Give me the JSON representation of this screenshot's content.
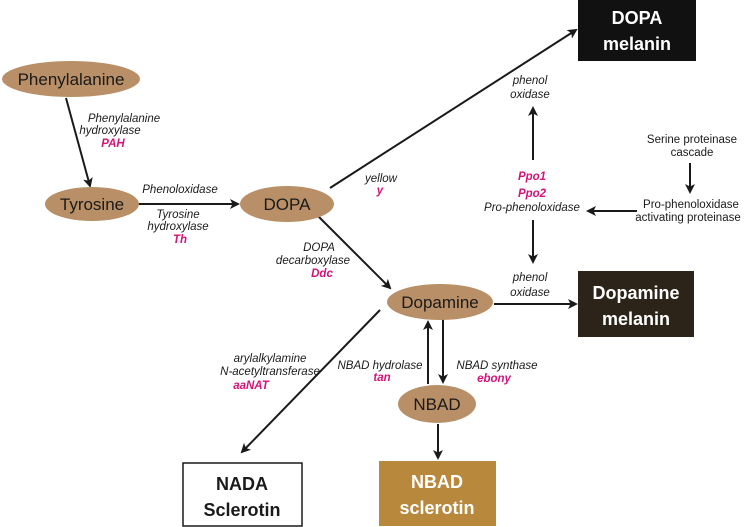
{
  "colors": {
    "node_fill": "#b88f66",
    "gene": "#d4147a",
    "dopa_melanin_box": "#111111",
    "dopamine_melanin_box": "#2d2419",
    "nbad_sclerotin_box": "#b8883c",
    "nada_sclerotin_box": "#ffffff",
    "line": "#1a1a1a"
  },
  "nodes": {
    "phenylalanine": "Phenylalanine",
    "tyrosine": "Tyrosine",
    "dopa": "DOPA",
    "dopamine": "Dopamine",
    "nbad": "NBAD"
  },
  "boxes": {
    "dopa_melanin": [
      "DOPA",
      "melanin"
    ],
    "dopamine_melanin": [
      "Dopamine",
      "melanin"
    ],
    "nada_sclerotin": [
      "NADA",
      "Sclerotin"
    ],
    "nbad_sclerotin": [
      "NBAD",
      "sclerotin"
    ]
  },
  "labels": {
    "pah_enzyme": [
      "Phenylalanine",
      "hydroxylase"
    ],
    "pah_gene": "PAH",
    "phenoloxidase": "Phenoloxidase",
    "th_enzyme": [
      "Tyrosine",
      "hydroxylase"
    ],
    "th_gene": "Th",
    "yellow_enzyme": "yellow",
    "yellow_gene": "y",
    "ddc_enzyme": [
      "DOPA",
      "decarboxylase"
    ],
    "ddc_gene": "Ddc",
    "phenol_oxidase_top": [
      "phenol",
      "oxidase"
    ],
    "ppo1": "Ppo1",
    "ppo2": "Ppo2",
    "pro_phenoloxidase": "Pro-phenoloxidase",
    "serine_cascade": [
      "Serine proteinase",
      "cascade"
    ],
    "ppo_activating": [
      "Pro-phenoloxidase",
      "activating proteinase"
    ],
    "phenol_oxidase_bottom": [
      "phenol",
      "oxidase"
    ],
    "aanat_enzyme": [
      "arylalkylamine",
      "N-acetyltransferase"
    ],
    "aanat_gene": "aaNAT",
    "nbad_hydrolase": "NBAD hydrolase",
    "tan_gene": "tan",
    "nbad_synthase": "NBAD synthase",
    "ebony_gene": "ebony"
  }
}
